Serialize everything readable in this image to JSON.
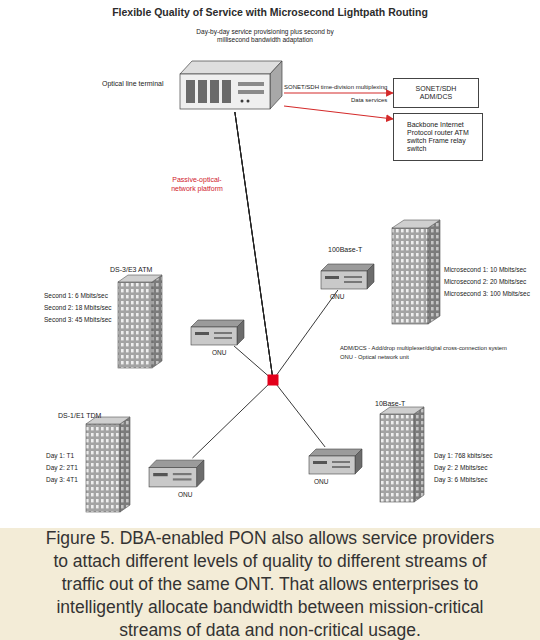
{
  "diagram": {
    "title": "Flexible Quality of Service with Microsecond Lightpath Routing",
    "caption": "Figure 5. DBA-enabled PON also allows service providers to attach different levels of quality to different streams of traffic out of the same ONT. That allows enterprises to intelligently allocate bandwidth between mission-critical streams of data and non-critical usage.",
    "nodes": [
      {
        "text": [
          "Optical line terminal"
        ]
      },
      {
        "text": [
          "SONET/SDH ADM/DCS"
        ]
      },
      {
        "text": [
          "Backbone Internet Protocol router ATM switch Frame relay switch"
        ]
      },
      {
        "text": [
          "100Base-T",
          "ONU"
        ]
      },
      {
        "text": [
          "DS-3/E3 ATM",
          "ONU"
        ]
      },
      {
        "text": [
          "DS-1/E1 TDM",
          "ONU"
        ]
      },
      {
        "text": [
          "10Base-T",
          "ONU"
        ]
      }
    ],
    "edges": [
      {
        "from": 0,
        "to": 1,
        "arrow": "to",
        "label": "SONET/SDH time-division multiplexing"
      },
      {
        "from": 0,
        "to": 2,
        "arrow": "to",
        "label": "Data services"
      },
      {
        "from": 0,
        "to": 3,
        "arrow": "none"
      },
      {
        "from": 0,
        "to": 4,
        "arrow": "none"
      },
      {
        "from": 0,
        "to": 5,
        "arrow": "none"
      },
      {
        "from": 0,
        "to": 6,
        "arrow": "none"
      }
    ],
    "labels": [
      "Day-by-day service provisioning plus second by millisecond bandwidth adaptation",
      "Passive-optical-network platform",
      "Microsecond 1: 10 Mbits/sec",
      "Microsecond 2: 20 Mbits/sec",
      "Microsecond 3: 100 Mbits/sec",
      "ADM/DCS - Add/drop multiplexer/digital cross-connection system",
      "ONU - Optical network unit",
      "Second 1: 6 Mbits/sec",
      "Second 2: 18 Mbits/sec",
      "Second 3: 45 Mbits/sec",
      "Day 1: T1",
      "Day 2: 2T1",
      "Day 3: 4T1",
      "Day 1: 768 kbits/sec",
      "Day 2: 2 Mbits/sec",
      "Day 3: 6 Mbits/sec"
    ]
  }
}
